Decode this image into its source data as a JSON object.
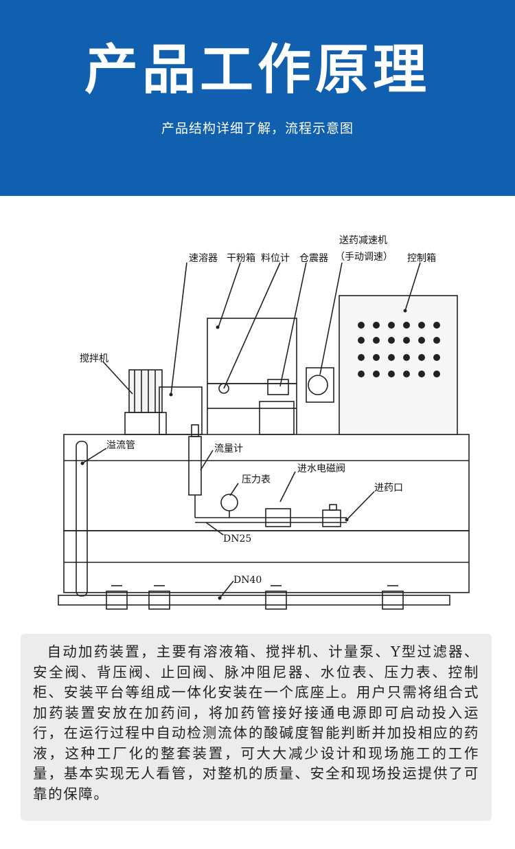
{
  "header": {
    "title": "产品工作原理",
    "subtitle": "产品结构详细了解，流程示意图"
  },
  "diagram": {
    "labels": {
      "dissolver": "速溶器",
      "powder_box": "干粉箱",
      "level_gauge": "料位计",
      "vibrator": "仓震器",
      "reducer_line1": "送药减速机",
      "reducer_line2": "（手动调速）",
      "control_box": "控制箱",
      "mixer": "搅拌机",
      "overflow_pipe": "溢流管",
      "flowmeter": "流量计",
      "pressure_gauge": "压力表",
      "solenoid_valve": "进水电磁阀",
      "inlet": "进药口",
      "dn25": "DN25",
      "dn40": "DN40"
    }
  },
  "description": {
    "text": "自动加药装置，主要有溶液箱、搅拌机、计量泵、Y型过滤器、安全阀、背压阀、止回阀、脉冲阻尼器、水位表、压力表、控制柜、安装平台等组成一体化安装在一个底座上。用户只需将组合式加药装置安放在加药间，将加药管接好接通电源即可启动投入运行，在运行过程中自动检测流体的酸碱度智能判断并加投相应的药液，这种工厂化的整套装置，可大大减少设计和现场施工的工作量，基本实现无人看管，对整机的质量、安全和现场投运提供了可靠的保障。"
  },
  "colors": {
    "header_bg": "#1160b0",
    "description_bg": "#ececec"
  }
}
